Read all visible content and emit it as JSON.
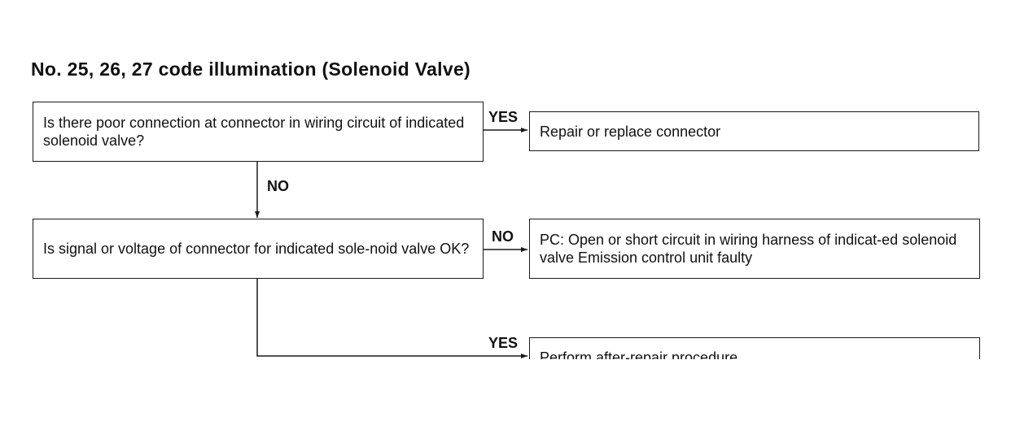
{
  "title": "No. 25, 26, 27 code illumination (Solenoid Valve)",
  "nodes": {
    "q1": "Is there poor connection at connector in wiring circuit of indicated solenoid valve?",
    "a1": "Repair or replace connector",
    "q2": "Is signal or voltage of connector for indicated sole-noid valve OK?",
    "a2": "PC: Open or short circuit in wiring harness of indicat-ed solenoid valve Emission control unit faulty",
    "a3": "Perform after-repair procedure"
  },
  "labels": {
    "q1_yes": "YES",
    "q1_no": "NO",
    "q2_no": "NO",
    "q2_yes": "YES"
  }
}
